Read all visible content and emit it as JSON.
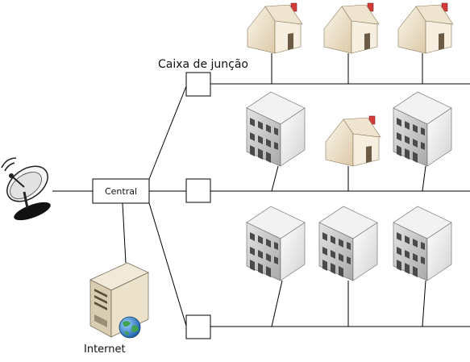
{
  "labels": {
    "junction_box": "Caixa de junção",
    "central": "Central",
    "internet": "Internet"
  },
  "colors": {
    "line": "#000000",
    "house_wall": "#f3e9d6",
    "house_roof": "#e9dcc3",
    "building_front": "#c8c8c8",
    "building_side": "#e6e6e6",
    "chimney": "#d33b3b",
    "globe": "#2a8ad6"
  },
  "icons": {
    "satellite": "satellite-dish-icon",
    "server": "server-icon",
    "globe": "globe-icon",
    "house": "house-icon",
    "building": "apartment-building-icon"
  }
}
